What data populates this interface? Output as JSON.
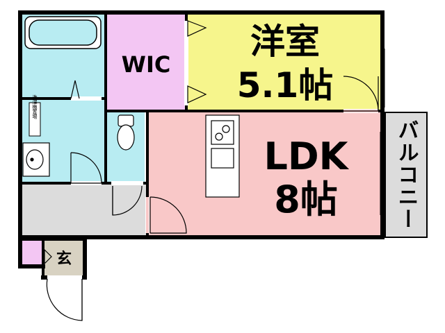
{
  "colors": {
    "wall": "#000000",
    "bath": "#b8ecf2",
    "wic": "#f3c6f3",
    "western_room": "#f6f58c",
    "ldk": "#f9c8c8",
    "hall": "#dcdcdc",
    "balcony": "#dcdcdc",
    "entrance": "#d8d2c2"
  },
  "rooms": {
    "wic": {
      "label": "WIC"
    },
    "western_room": {
      "name": "洋室",
      "size": "5.1帖"
    },
    "ldk": {
      "name": "LDK",
      "size": "8帖"
    },
    "balcony": {
      "label": "バルコニー"
    },
    "entrance": {
      "label": "玄"
    }
  },
  "fixtures": {
    "washer_label": "洗濯機置場"
  }
}
